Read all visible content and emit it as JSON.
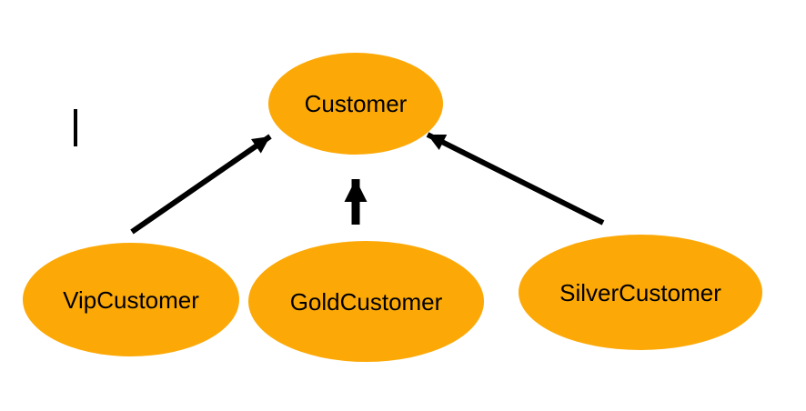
{
  "diagram": {
    "nodes": [
      {
        "id": "customer",
        "label": "Customer"
      },
      {
        "id": "vip-customer",
        "label": "VipCustomer"
      },
      {
        "id": "gold-customer",
        "label": "GoldCustomer"
      },
      {
        "id": "silver-customer",
        "label": "SilverCustomer"
      }
    ],
    "edges": [
      {
        "from": "VipCustomer",
        "to": "Customer"
      },
      {
        "from": "GoldCustomer",
        "to": "Customer"
      },
      {
        "from": "SilverCustomer",
        "to": "Customer"
      }
    ],
    "colors": {
      "node_fill": "#FCA908",
      "arrow": "#000000",
      "label_text": "#000000",
      "background": "#FFFFFF"
    }
  }
}
